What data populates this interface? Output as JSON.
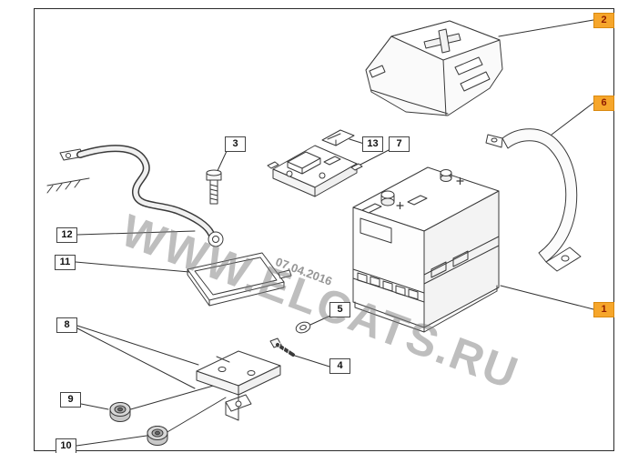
{
  "watermark": {
    "site": "WWW.ELCATS.RU",
    "date": "07.04.2016"
  },
  "colors": {
    "highlight_bg": "#F6A62B",
    "highlight_border": "#D98A10",
    "highlight_text": "#8F1A00",
    "callout_bg": "#FFFFFF",
    "callout_border": "#444444",
    "callout_text": "#111111",
    "line_color": "#3A3A3A"
  },
  "callouts": {
    "c1": {
      "label": "1",
      "highlighted": true
    },
    "c2": {
      "label": "2",
      "highlighted": true
    },
    "c3": {
      "label": "3",
      "highlighted": false
    },
    "c4": {
      "label": "4",
      "highlighted": false
    },
    "c5": {
      "label": "5",
      "highlighted": false
    },
    "c6": {
      "label": "6",
      "highlighted": true
    },
    "c7": {
      "label": "7",
      "highlighted": false
    },
    "c8": {
      "label": "8",
      "highlighted": false
    },
    "c9": {
      "label": "9",
      "highlighted": false
    },
    "c10": {
      "label": "10",
      "highlighted": false
    },
    "c11": {
      "label": "11",
      "highlighted": false
    },
    "c12": {
      "label": "12",
      "highlighted": false
    },
    "c13": {
      "label": "13",
      "highlighted": false
    }
  }
}
